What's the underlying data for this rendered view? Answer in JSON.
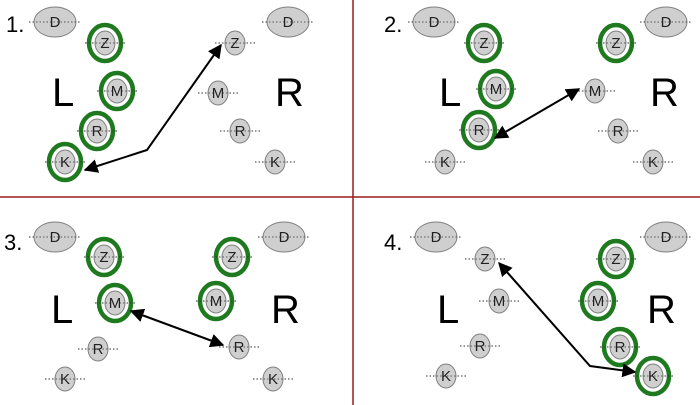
{
  "colors": {
    "divider": "#9b1c1c",
    "node_fill": "#cfcfcf",
    "node_stroke": "#808080",
    "highlight": "#1f7a1f",
    "arrow": "#000000",
    "dotted_line": "#333333"
  },
  "panels": [
    {
      "number": "1.",
      "left_label": "L",
      "right_label": "R",
      "left_nodes": [
        "D",
        "Z",
        "M",
        "R",
        "K"
      ],
      "right_nodes": [
        "D",
        "Z",
        "M",
        "R",
        "K"
      ],
      "highlighted_left": [
        "Z",
        "M",
        "R",
        "K"
      ],
      "highlighted_right": [],
      "arrow": {
        "from": "left:K",
        "to": "right:Z"
      }
    },
    {
      "number": "2.",
      "left_label": "L",
      "right_label": "R",
      "left_nodes": [
        "D",
        "Z",
        "M",
        "R",
        "K"
      ],
      "right_nodes": [
        "D",
        "Z",
        "M",
        "R",
        "K"
      ],
      "highlighted_left": [
        "Z",
        "M",
        "R"
      ],
      "highlighted_right": [
        "Z"
      ],
      "arrow": {
        "from": "left:R",
        "to": "right:M"
      }
    },
    {
      "number": "3.",
      "left_label": "L",
      "right_label": "R",
      "left_nodes": [
        "D",
        "Z",
        "M",
        "R",
        "K"
      ],
      "right_nodes": [
        "D",
        "Z",
        "M",
        "R",
        "K"
      ],
      "highlighted_left": [
        "Z",
        "M"
      ],
      "highlighted_right": [
        "Z",
        "M"
      ],
      "arrow": {
        "from": "left:M",
        "to": "right:R"
      }
    },
    {
      "number": "4.",
      "left_label": "L",
      "right_label": "R",
      "left_nodes": [
        "D",
        "Z",
        "M",
        "R",
        "K"
      ],
      "right_nodes": [
        "D",
        "Z",
        "M",
        "R",
        "K"
      ],
      "highlighted_left": [],
      "highlighted_right": [
        "Z",
        "M",
        "R",
        "K"
      ],
      "arrow": {
        "from": "left:Z",
        "to": "right:K"
      }
    }
  ]
}
